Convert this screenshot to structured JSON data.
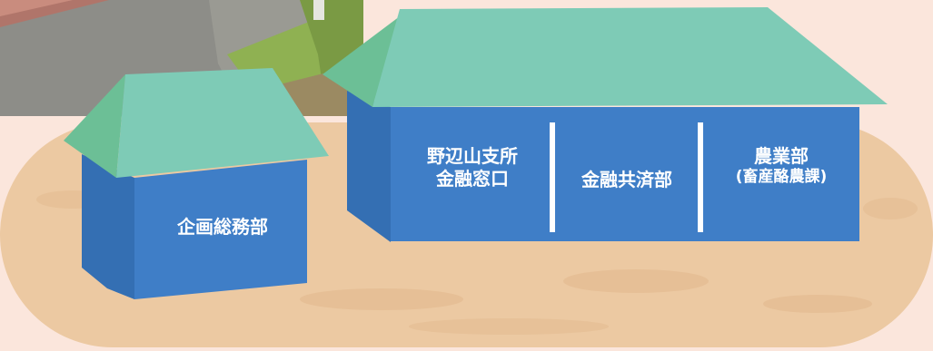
{
  "colors": {
    "background": "#fbe6dc",
    "ground": "#ecc9a2",
    "ground_texture": "#e2b98d",
    "roof": "#7ecbb6",
    "roof_side": "#6cbf96",
    "wall_front": "#3f7ec7",
    "wall_side": "#346fb3",
    "asphalt": "#8d8d88",
    "grass": "#8fb152",
    "divider": "#ffffff"
  },
  "buildings": {
    "small": {
      "department": "企画総務部"
    },
    "large": {
      "sections": [
        {
          "line1": "野辺山支所",
          "line2": "金融窓口"
        },
        {
          "line1": "金融共済部",
          "line2": ""
        },
        {
          "line1": "農業部",
          "line2": "(畜産酪農課)"
        }
      ]
    }
  }
}
